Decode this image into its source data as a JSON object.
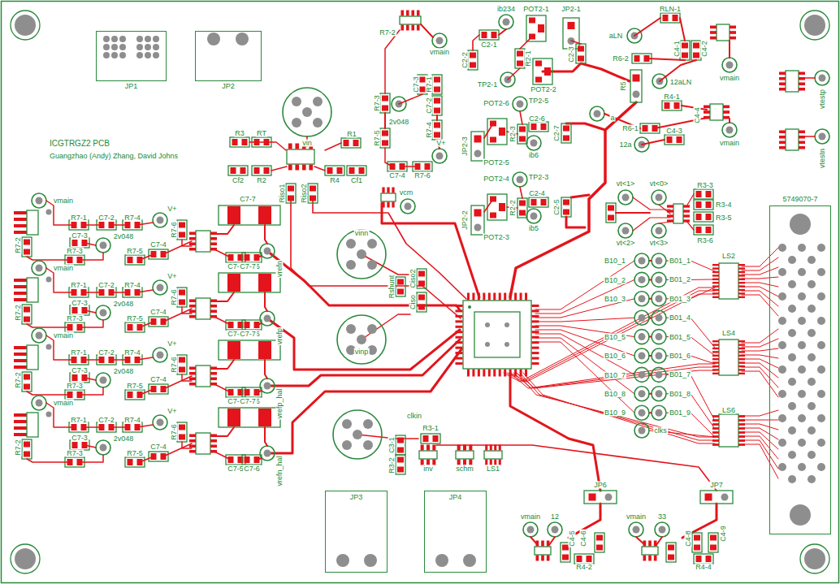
{
  "diagram": {
    "title": "ICGTRGZ2 PCB",
    "nodes": [
      {
        "text": [
          "JP1"
        ]
      },
      {
        "text": [
          "JP2"
        ]
      },
      {
        "text": [
          "5749070-7"
        ]
      },
      {
        "text": [
          "JP3"
        ]
      },
      {
        "text": [
          "JP4"
        ]
      }
    ],
    "labels": [
      "Guangzhao (Andy) Zhang, David Johns",
      "vin",
      "R3",
      "RT",
      "R1",
      "Cf2",
      "R2",
      "R4",
      "Cf1",
      "Riso1",
      "Riso2",
      "R7-2",
      "vmain",
      "R7-3",
      "C7-3",
      "R7-1",
      "C7-2",
      "2v048",
      "R7-5",
      "R7-4",
      "V+",
      "C7-4",
      "R7-6",
      "vcm",
      "vinn",
      "vinp",
      "Rshunt",
      "Ciso2",
      "Ciso",
      "ib234",
      "POT2-1",
      "JP2-1",
      "C2-1",
      "C2-2",
      "R2-1",
      "C2-3",
      "TP2-1",
      "POT2-2",
      "POT2-6",
      "TP2-5",
      "R2-3",
      "C2-6",
      "C2-7",
      "JP2-3",
      "POT2-5",
      "ib6",
      "POT2-4",
      "TP2-3",
      "R2-2",
      "C2-4",
      "C2-5",
      "JP2-2",
      "POT2-3",
      "ib5",
      "RLN-1",
      "aLN",
      "R6-2",
      "12aLN",
      "vmain",
      "R4-1",
      "a",
      "R6-1",
      "C4-3",
      "12a",
      "vmain",
      "R5",
      "C4-1",
      "C4-2",
      "C4-4",
      "vtestp",
      "vtestn",
      "vt<1>",
      "vt<0>",
      "R3-3",
      "R3-4",
      "R3-5",
      "vt<2>",
      "vt<3>",
      "R3-6",
      "LS2",
      "LS4",
      "LS6",
      "B10_1",
      "B10_2",
      "B10_3",
      "B10_5",
      "B10_6",
      "B10_7",
      "B10_8",
      "B10_9",
      "B01_1",
      "B01_2",
      "B01_3",
      "B01_4",
      "B01_5",
      "B01_6",
      "B01_7",
      "B01_8",
      "B01_9",
      "clks",
      "clkin",
      "R3-1",
      "C3-1",
      "R3-2",
      "inv",
      "schm",
      "LS1",
      "JP6",
      "JP7",
      "vmain",
      "12",
      "C4-5",
      "C4-6",
      "R4-2",
      "vmain",
      "33",
      "C4-8",
      "C4-9",
      "R4-4",
      "vmain",
      "R7-1",
      "C7-2",
      "R7-4",
      "V+",
      "R7-6",
      "C7-3",
      "2v048",
      "R7-2",
      "R7-3",
      "R7-5",
      "C7-4",
      "C7-7",
      "C7-5",
      "C7-6",
      "vrefn",
      "vmain",
      "R7-1",
      "C7-2",
      "R7-4",
      "V+",
      "R7-6",
      "C7-3",
      "2v048",
      "R7-2",
      "R7-3",
      "R7-5",
      "C7-4",
      "C7-7",
      "C7-5",
      "C7-6",
      "vrefp",
      "vmain",
      "R7-1",
      "C7-2",
      "R7-4",
      "V+",
      "R7-6",
      "C7-3",
      "2v048",
      "R7-2",
      "R7-3",
      "R7-5",
      "C7-4",
      "C7-7",
      "C7-5",
      "C7-6",
      "vrefp_hal",
      "vmain",
      "R7-1",
      "C7-2",
      "R7-4",
      "V+",
      "R7-6",
      "C7-3",
      "2v048",
      "R7-2",
      "R7-3",
      "R7-5",
      "C7-4",
      "C7-7",
      "C7-5",
      "C7-6",
      "vrefn_hal"
    ]
  }
}
